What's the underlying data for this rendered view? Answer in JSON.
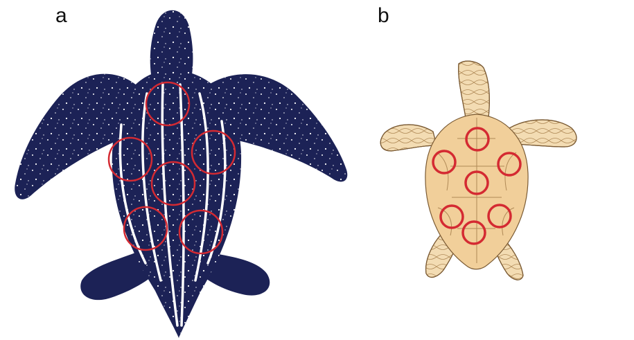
{
  "panels": [
    {
      "label": "a",
      "description_color": "#1c2256"
    },
    {
      "label": "b",
      "description_color": "#f1cf9a"
    }
  ],
  "colors": {
    "leatherback_body": "#1c2256",
    "leatherback_ridge": "#ffffff",
    "loggerhead_shell": "#f1cf9a",
    "loggerhead_skin": "#f3dcb3",
    "outline": "#7a5a33",
    "circle": "#d42a32"
  },
  "circle_counts": {
    "a": 6,
    "b": 7
  }
}
